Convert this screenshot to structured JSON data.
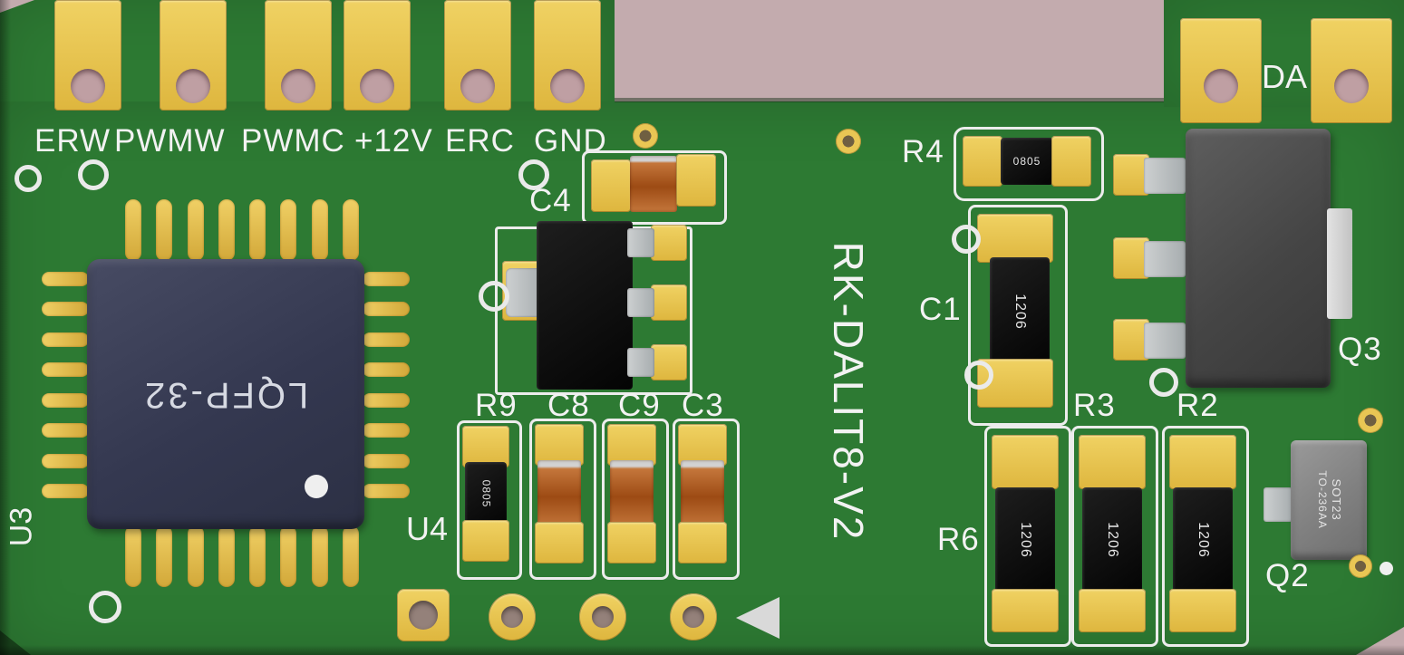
{
  "board_title": "RK-DALIT8-V2",
  "connector_top": {
    "labels": [
      "ERW",
      "PWMW",
      "PWMC",
      "+12V",
      "ERC",
      "GND"
    ]
  },
  "connector_right": {
    "label": "DA"
  },
  "refs": {
    "u3": "U3",
    "u4": "U4",
    "c4": "C4",
    "r9": "R9",
    "c8": "C8",
    "c9": "C9",
    "c3": "C3",
    "r4": "R4",
    "c1": "C1",
    "r3": "R3",
    "r2": "R2",
    "r6": "R6",
    "q3": "Q3",
    "q2": "Q2"
  },
  "markings": {
    "u3_package": "LQFP-32",
    "r9": "0805",
    "r4": "0805",
    "c1": "1206",
    "r6_row": [
      "1206",
      "1206",
      "1206"
    ],
    "q2_line1": "SOT23",
    "q2_line2": "TO-236AA"
  },
  "colors": {
    "background": "#c3abae",
    "board_green": "#2d7a33",
    "pad_gold": "#e9c654",
    "silkscreen": "#f2f2f2",
    "chip_navy": "#3a3e54",
    "cap_orange": "#b25a20",
    "component_black": "#141414",
    "transistor_gray": "#4f4f4f"
  }
}
